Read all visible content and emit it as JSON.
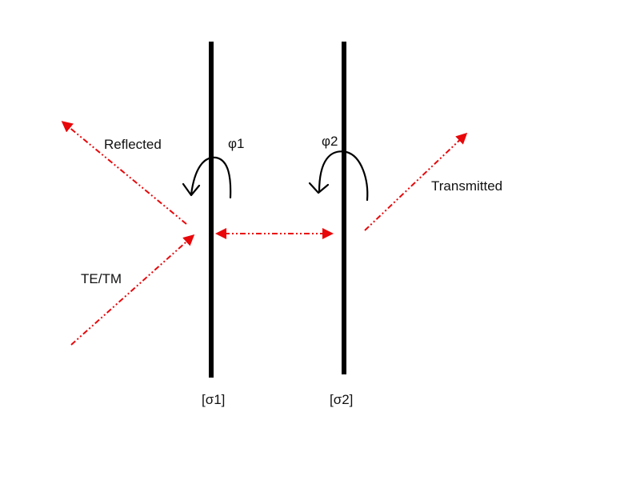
{
  "labels": {
    "reflected": "Reflected",
    "transmitted": "Transmitted",
    "incident": "TE/TM",
    "phi1": "φ1",
    "phi2": "φ2",
    "sigma1": "[σ1]",
    "sigma2": "[σ2]"
  },
  "colors": {
    "sheet": "#000000",
    "ray": "#e8070a",
    "rotation_arrow": "#000000",
    "text": "#111111",
    "background": "#ffffff"
  },
  "icons": {
    "incident_ray": "dash-dot-arrow",
    "reflected_ray": "dash-dot-arrow",
    "transmitted_ray": "dash-dot-arrow",
    "interlayer_ray": "double-headed-dash-dot-arrow",
    "rotation_phi1": "curved-rotation-arrow",
    "rotation_phi2": "curved-rotation-arrow"
  }
}
